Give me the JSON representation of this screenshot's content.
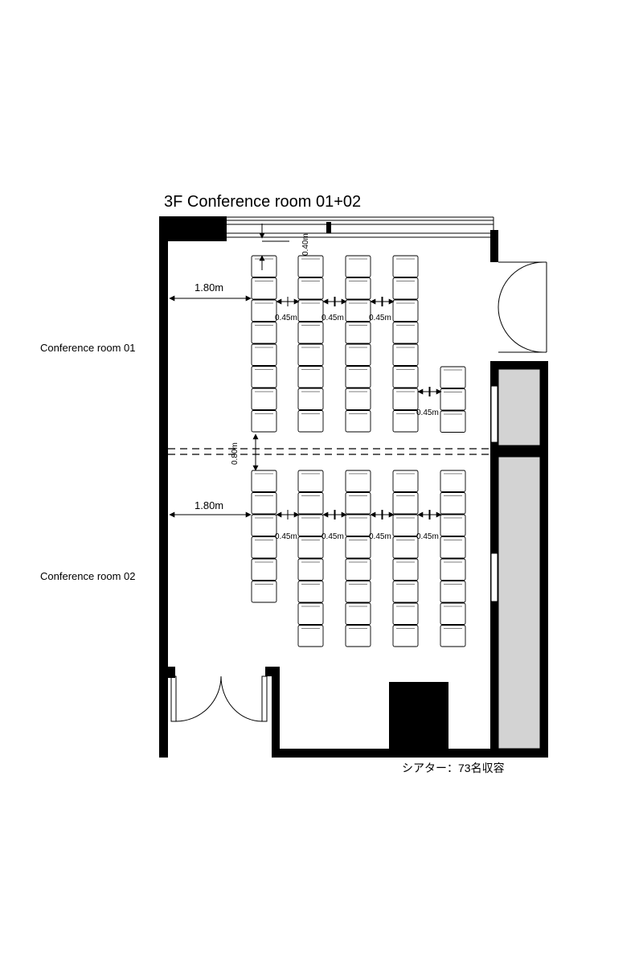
{
  "title": "3F  Conference room 01+02",
  "rooms": {
    "room01": "Conference room 01",
    "room02": "Conference room 02"
  },
  "dimensions": {
    "wall_gap_01": "1.80m",
    "wall_gap_02": "1.80m",
    "front_gap": "0.40m",
    "partition_gap": "0.80m",
    "aisle": "0.45m"
  },
  "capacity": "シアター：73名収容",
  "seating": {
    "room01": [
      {
        "col": 1,
        "seats": 8
      },
      {
        "col": 2,
        "seats": 8
      },
      {
        "col": 3,
        "seats": 8
      },
      {
        "col": 4,
        "seats": 8
      },
      {
        "col": 5,
        "seats": 3
      }
    ],
    "room02": [
      {
        "col": 1,
        "seats": 6
      },
      {
        "col": 2,
        "seats": 8
      },
      {
        "col": 3,
        "seats": 8
      },
      {
        "col": 4,
        "seats": 8
      },
      {
        "col": 5,
        "seats": 8
      }
    ]
  }
}
